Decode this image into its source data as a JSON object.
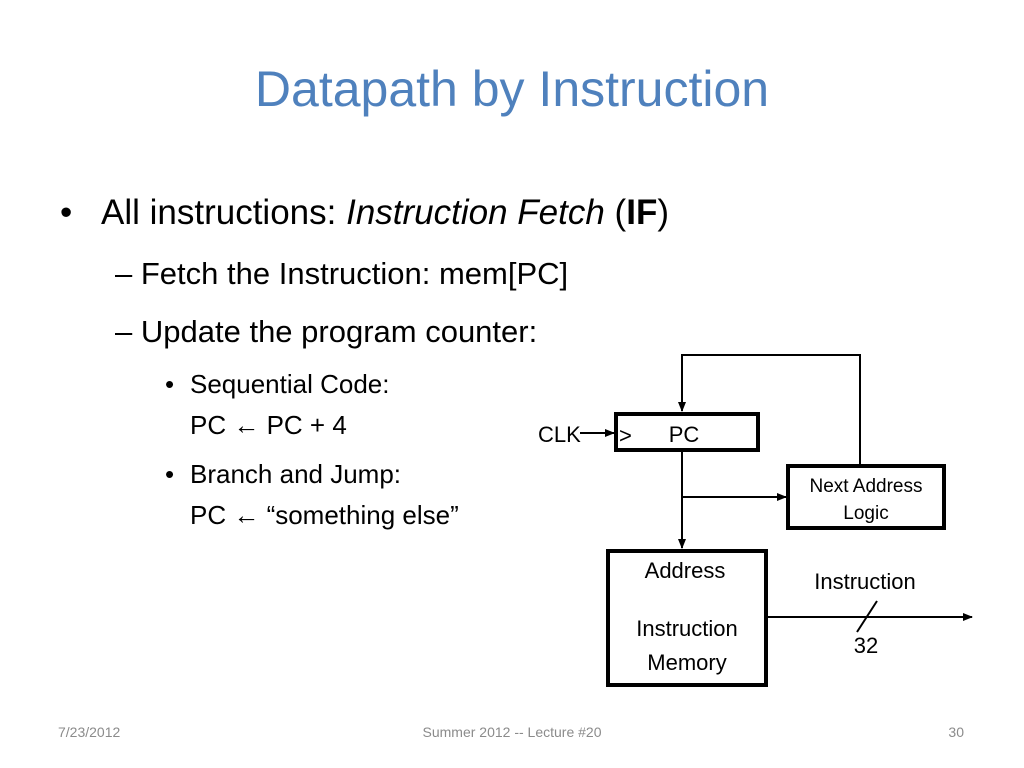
{
  "slide": {
    "title": "Datapath by Instruction",
    "bullets": {
      "level1_dot": "•",
      "level1_plain": "All instructions:  ",
      "level1_italic": "Instruction Fetch",
      "level1_paren_open": "  (",
      "level1_bold": "IF",
      "level1_paren_close": ")",
      "level2_dash": "–",
      "fetch": "Fetch the Instruction:  mem[PC]",
      "update": "Update the program counter:",
      "level3_dot": "•",
      "sequential_label": "Sequential Code:",
      "sequential_expr": "PC ← PC + 4",
      "branch_label": "Branch and Jump:",
      "branch_expr": "PC ← “something else”"
    },
    "footer": {
      "date": "7/23/2012",
      "course": "Summer 2012 -- Lecture #20",
      "page": "30"
    }
  },
  "diagram": {
    "clk_label": "CLK",
    "clock_marker": ">",
    "pc_label": "PC",
    "next_address_line1": "Next Address",
    "next_address_line2": "Logic",
    "memory_address": "Address",
    "memory_line1": "Instruction",
    "memory_line2": "Memory",
    "output_label": "Instruction",
    "bus_width": "32"
  },
  "colors": {
    "title": "#4f81bd",
    "text": "#000000",
    "footer": "#8b8b8b"
  }
}
